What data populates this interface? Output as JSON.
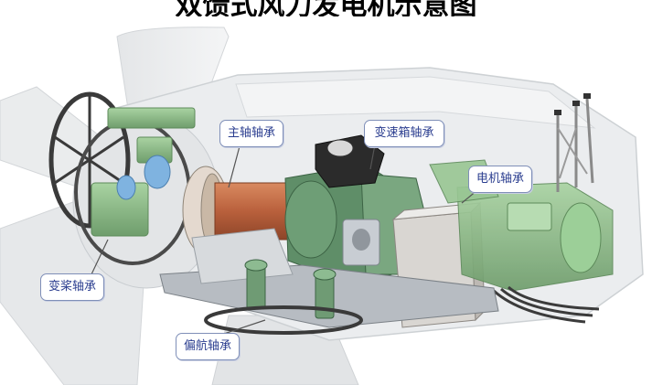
{
  "title": "双馈式风力发电机示意图",
  "labels": {
    "main_shaft_bearing": "主轴轴承",
    "gearbox_bearing": "变速箱轴承",
    "generator_bearing": "电机轴承",
    "pitch_bearing": "变桨轴承",
    "yaw_bearing": "偏航轴承"
  },
  "colors": {
    "nacelle": "#e9ebed",
    "component_green": "#8fbf8a",
    "main_shaft": "#c46a43",
    "callout_text": "#2a3d8f",
    "callout_border": "#7f8fb8"
  }
}
